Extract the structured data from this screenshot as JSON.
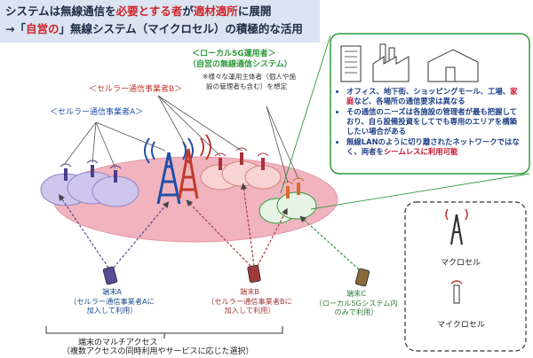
{
  "title": {
    "line1_a": "システムは無線通信を",
    "line1_b": "必要とする者",
    "line1_c": "が",
    "line1_d": "適材適所",
    "line1_e": "に展開",
    "line2_a": "→「",
    "line2_b": "自営の",
    "line2_c": "」無線システム（マイクロセル）の積極的な活用"
  },
  "labels": {
    "carrier_a": "＜セルラー通信事業者A＞",
    "carrier_b": "＜セルラー通信事業者B＞",
    "local5g_1": "＜ローカル5G運用者＞",
    "local5g_2": "（自営の無線通信システム）",
    "note_1": "※様々な運用主体者（個人や施",
    "note_2": "設の管理者も含む）を想定"
  },
  "info": {
    "b1_a": "オフィス、地下街、ショッピングモール、工場、",
    "b1_b": "家庭",
    "b1_c": "など、各場所の通信要求は異なる",
    "b2": "その通信のニーズは各施設の管理者が最も把握しており、自ら設備投資をしてでも専用のエリアを構築したい場合がある",
    "b3_a": "無線LANのように切り離されたネットワークではなく、両者を",
    "b3_b": "シームレスに利用可能"
  },
  "terminals": {
    "a_1": "端末A",
    "a_2": "（セルラー通信事業者Aに",
    "a_3": "加入して利用）",
    "b_1": "端末B",
    "b_2": "（セルラー通信事業者Bに",
    "b_3": "加入して利用）",
    "c_1": "端末C",
    "c_2": "（ローカル5Gシステム内",
    "c_3": "のみで利用）"
  },
  "multi_access": {
    "line1": "端末のマルチアクセス",
    "line2": "（複数アクセスの同時利用やサービスに応じた選択）"
  },
  "legend": {
    "macro": "マクロセル",
    "micro": "マイクロセル"
  },
  "colors": {
    "title_bg": "#dbe4f0",
    "highlight_red": "#d0252a",
    "carrier_a": "#1f4fa8",
    "carrier_b": "#c0392b",
    "local5g": "#2e9a3a",
    "large_ellipse": "#f1b3bd"
  }
}
